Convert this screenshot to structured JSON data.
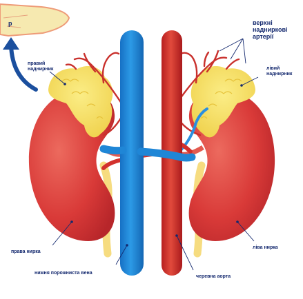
{
  "inset": {
    "text": "р"
  },
  "labels": {
    "superior_adrenal_arteries": [
      "верхні",
      "надниркові",
      "артерії"
    ],
    "right_adrenal": [
      "правий",
      "наднирник"
    ],
    "left_adrenal": [
      "лівий",
      "наднирник"
    ],
    "right_kidney": "права нирка",
    "left_kidney": "ліва нирка",
    "inferior_vena_cava": "нижня порожниста вена",
    "abdominal_aorta": "черевна аорта"
  },
  "colors": {
    "kidney": "#d93a38",
    "adrenal": "#f6e06a",
    "vein": "#1f86d6",
    "aorta": "#d92f2b",
    "ureter": "#f6dc80",
    "label": "#13286e"
  }
}
